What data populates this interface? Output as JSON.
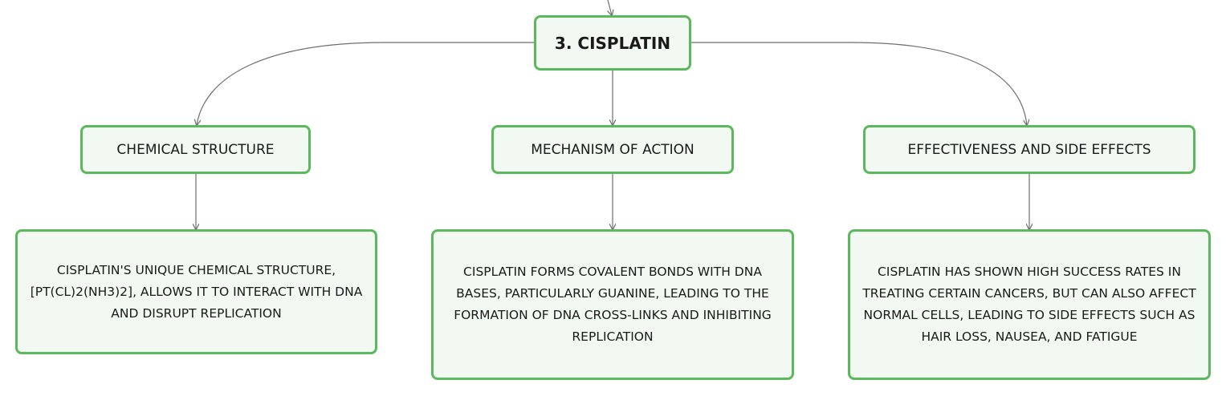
{
  "root": {
    "label": "3. CISPLATIN"
  },
  "topics": [
    {
      "label": "CHEMICAL STRUCTURE",
      "detail": "CISPLATIN'S UNIQUE CHEMICAL STRUCTURE, [PT(CL)2(NH3)2], ALLOWS IT TO INTERACT WITH DNA AND DISRUPT REPLICATION"
    },
    {
      "label": "MECHANISM OF ACTION",
      "detail": "CISPLATIN FORMS COVALENT BONDS WITH DNA BASES, PARTICULARLY GUANINE, LEADING TO THE FORMATION OF DNA CROSS-LINKS AND INHIBITING REPLICATION"
    },
    {
      "label": "EFFECTIVENESS AND SIDE EFFECTS",
      "detail": "CISPLATIN HAS SHOWN HIGH SUCCESS RATES IN TREATING CERTAIN CANCERS, BUT CAN ALSO AFFECT NORMAL CELLS, LEADING TO SIDE EFFECTS SUCH AS HAIR LOSS, NAUSEA, AND FATIGUE"
    }
  ],
  "colors": {
    "node_border": "#5cb85c",
    "node_fill": "#f2f9f2",
    "connector": "#6e6e6e",
    "text": "#1a1a1a"
  }
}
